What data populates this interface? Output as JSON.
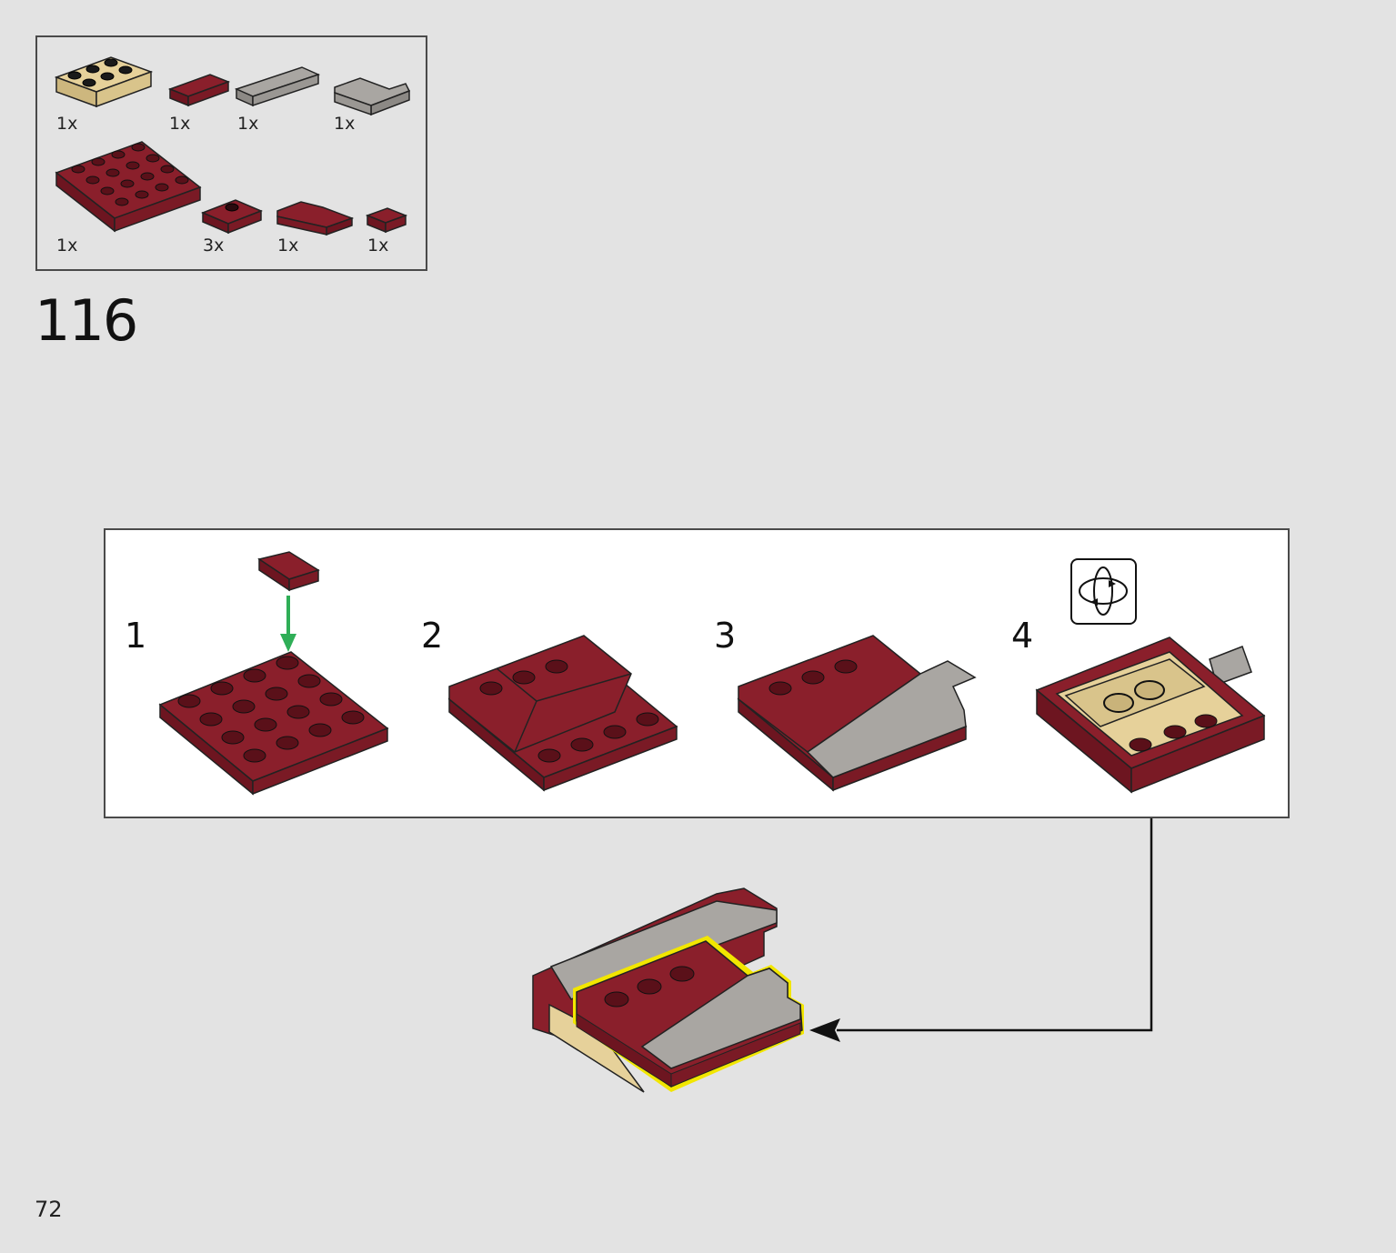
{
  "parts_list": {
    "items": [
      {
        "name": "tan-plate-2x3-icon",
        "qty": "1x"
      },
      {
        "name": "dark-red-tile-1x2-icon",
        "qty": "1x"
      },
      {
        "name": "gray-tile-1x4-icon",
        "qty": "1x"
      },
      {
        "name": "gray-corner-tile-icon",
        "qty": "1x"
      },
      {
        "name": "dark-red-plate-4x4-icon",
        "qty": "1x"
      },
      {
        "name": "dark-red-jumper-plate-icon",
        "qty": "3x"
      },
      {
        "name": "dark-red-corner-tile-icon",
        "qty": "1x"
      },
      {
        "name": "dark-red-tile-1x1-icon",
        "qty": "1x"
      }
    ]
  },
  "step": {
    "number": "116"
  },
  "substeps": [
    "1",
    "2",
    "3",
    "4"
  ],
  "page": {
    "number": "72"
  },
  "colors": {
    "background": "#e3e3e3",
    "dark_red": "#8a1f2b",
    "dark_red_dark": "#6d1520",
    "tan": "#e6d19a",
    "gray": "#a9a6a2",
    "highlight": "#f2e600",
    "arrow_green": "#2fae57"
  }
}
